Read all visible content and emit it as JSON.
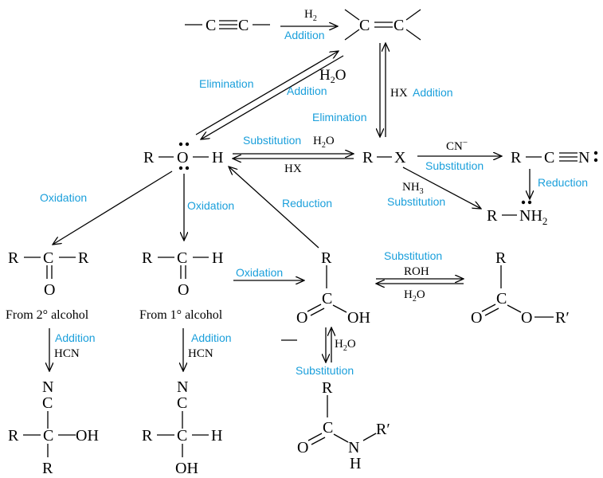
{
  "colors": {
    "reaction_label": "#1a9fdb",
    "ink": "#000000"
  },
  "molecules": {
    "alkyne": {
      "atoms": [
        "C",
        "C"
      ]
    },
    "alkene": {
      "atoms": [
        "C",
        "C"
      ]
    },
    "alcohol": {
      "atoms": [
        "R",
        "O",
        "H"
      ]
    },
    "alkyl_halide": {
      "atoms": [
        "R",
        "X"
      ]
    },
    "nitrile": {
      "atoms": [
        "R",
        "C",
        "N"
      ]
    },
    "amine": {
      "atoms": [
        "R",
        "N",
        "H",
        "2"
      ]
    },
    "ketone": {
      "atoms": [
        "R",
        "C",
        "R",
        "O"
      ],
      "caption": "From 2° alcohol"
    },
    "aldehyde": {
      "atoms": [
        "R",
        "C",
        "H",
        "O"
      ],
      "caption": "From 1° alcohol"
    },
    "carboxylic_acid": {
      "atoms": [
        "R",
        "C",
        "O",
        "OH"
      ]
    },
    "ester": {
      "atoms": [
        "R",
        "C",
        "O",
        "O",
        "R′"
      ]
    },
    "amide": {
      "atoms": [
        "R",
        "C",
        "O",
        "N",
        "H",
        "R′"
      ]
    },
    "cyanohydrin_ketone": {
      "atoms": [
        "N",
        "C",
        "R",
        "C",
        "OH",
        "R"
      ]
    },
    "cyanohydrin_aldehyde": {
      "atoms": [
        "N",
        "C",
        "R",
        "C",
        "H",
        "OH"
      ]
    }
  },
  "reactions": {
    "alkyne_to_alkene": {
      "reagent": "H",
      "reagent_sub": "2",
      "type": "Addition"
    },
    "alkene_alcohol": {
      "reagent": "H",
      "reagent_sub": "2",
      "reagent_tail": "O",
      "forward": "Addition",
      "reverse": "Elimination"
    },
    "alkene_halide": {
      "reagent": "HX",
      "forward": "Addition",
      "reverse": "Elimination"
    },
    "alcohol_halide": {
      "type": "Substitution",
      "reagent_top": "H",
      "reagent_top_sub": "2",
      "reagent_top_tail": "O",
      "reagent_bottom": "HX"
    },
    "halide_to_nitrile": {
      "reagent": "CN",
      "reagent_sup": "−",
      "type": "Substitution"
    },
    "nitrile_to_amine": {
      "type": "Reduction"
    },
    "halide_to_amine": {
      "reagent": "NH",
      "reagent_sub": "3",
      "type": "Substitution"
    },
    "alcohol_to_ketone": {
      "type": "Oxidation"
    },
    "alcohol_to_aldehyde": {
      "type": "Oxidation"
    },
    "acid_to_alcohol": {
      "type": "Reduction"
    },
    "aldehyde_to_acid": {
      "type": "Oxidation"
    },
    "acid_ester": {
      "type": "Substitution",
      "reagent_top": "ROH",
      "reagent_bottom": "H",
      "reagent_bottom_sub": "2",
      "reagent_bottom_tail": "O"
    },
    "ketone_to_cyanohydrin": {
      "type": "Addition",
      "reagent": "HCN"
    },
    "aldehyde_to_cyanohydrin": {
      "type": "Addition",
      "reagent": "HCN"
    },
    "acid_amide": {
      "type": "Substitution",
      "reagent": "H",
      "reagent_sub": "2",
      "reagent_tail": "O"
    }
  }
}
